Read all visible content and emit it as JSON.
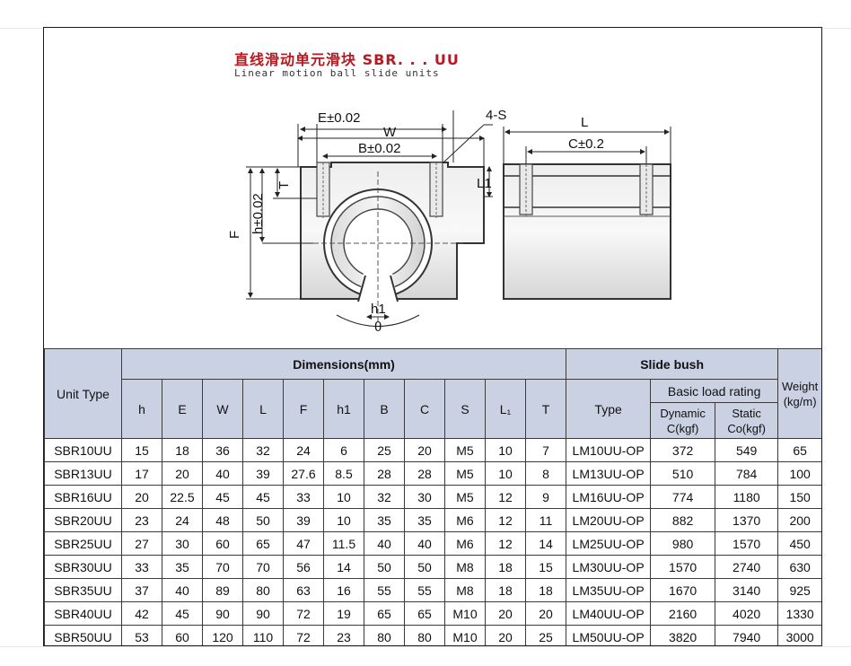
{
  "header": {
    "title_cn": "直线滑动单元滑块 SBR. . . UU",
    "title_en": "Linear motion ball slide units"
  },
  "drawing_labels": {
    "e_tol": "E±0.02",
    "w": "W",
    "b_tol": "B±0.02",
    "four_s": "4-S",
    "l1": "L1",
    "t": "T",
    "h_tol": "h±0.02",
    "f": "F",
    "h1": "h1",
    "theta": "θ",
    "l": "L",
    "c_tol": "C±0.2"
  },
  "table": {
    "unit_type_header": "Unit Type",
    "dimensions_header": "Dimensions(mm)",
    "slide_bush_header": "Slide bush",
    "weight_header": "Weight (kg/m)",
    "dim_columns": [
      "h",
      "E",
      "W",
      "L",
      "F",
      "h1",
      "B",
      "C",
      "S",
      "L₁",
      "T"
    ],
    "type_header": "Type",
    "load_rating_header": "Basic load rating",
    "dynamic_header": "Dynamic C(kgf)",
    "static_header": "Static Co(kgf)",
    "rows": [
      [
        "SBR10UU",
        "15",
        "18",
        "36",
        "32",
        "24",
        "6",
        "25",
        "20",
        "M5",
        "10",
        "7",
        "LM10UU-OP",
        "372",
        "549",
        "65"
      ],
      [
        "SBR13UU",
        "17",
        "20",
        "40",
        "39",
        "27.6",
        "8.5",
        "28",
        "28",
        "M5",
        "10",
        "8",
        "LM13UU-OP",
        "510",
        "784",
        "100"
      ],
      [
        "SBR16UU",
        "20",
        "22.5",
        "45",
        "45",
        "33",
        "10",
        "32",
        "30",
        "M5",
        "12",
        "9",
        "LM16UU-OP",
        "774",
        "1180",
        "150"
      ],
      [
        "SBR20UU",
        "23",
        "24",
        "48",
        "50",
        "39",
        "10",
        "35",
        "35",
        "M6",
        "12",
        "11",
        "LM20UU-OP",
        "882",
        "1370",
        "200"
      ],
      [
        "SBR25UU",
        "27",
        "30",
        "60",
        "65",
        "47",
        "11.5",
        "40",
        "40",
        "M6",
        "12",
        "14",
        "LM25UU-OP",
        "980",
        "1570",
        "450"
      ],
      [
        "SBR30UU",
        "33",
        "35",
        "70",
        "70",
        "56",
        "14",
        "50",
        "50",
        "M8",
        "18",
        "15",
        "LM30UU-OP",
        "1570",
        "2740",
        "630"
      ],
      [
        "SBR35UU",
        "37",
        "40",
        "89",
        "80",
        "63",
        "16",
        "55",
        "55",
        "M8",
        "18",
        "18",
        "LM35UU-OP",
        "1670",
        "3140",
        "925"
      ],
      [
        "SBR40UU",
        "42",
        "45",
        "90",
        "90",
        "72",
        "19",
        "65",
        "65",
        "M10",
        "20",
        "20",
        "LM40UU-OP",
        "2160",
        "4020",
        "1330"
      ],
      [
        "SBR50UU",
        "53",
        "60",
        "120",
        "110",
        "72",
        "23",
        "80",
        "80",
        "M10",
        "20",
        "25",
        "LM50UU-OP",
        "3820",
        "7940",
        "3000"
      ]
    ]
  }
}
